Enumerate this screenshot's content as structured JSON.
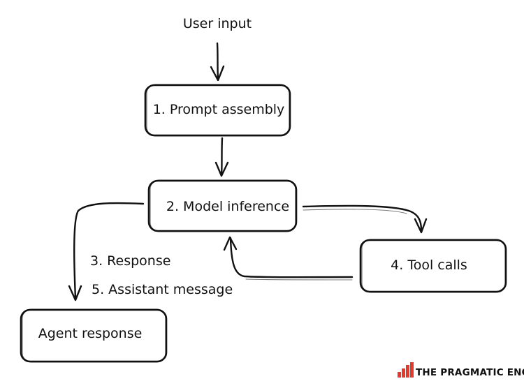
{
  "diagram": {
    "input_label": "User input",
    "nodes": {
      "prompt_assembly": "1. Prompt assembly",
      "model_inference": "2. Model inference",
      "tool_calls": "4. Tool calls",
      "agent_response": "Agent response"
    },
    "edge_labels": {
      "response": "3. Response",
      "assistant_message": "5. Assistant message"
    }
  },
  "branding": {
    "text": "THE PRAGMATIC ENGINEER",
    "logo_icon": "bar-chart-logo-icon",
    "logo_color": "#e23b2e"
  }
}
